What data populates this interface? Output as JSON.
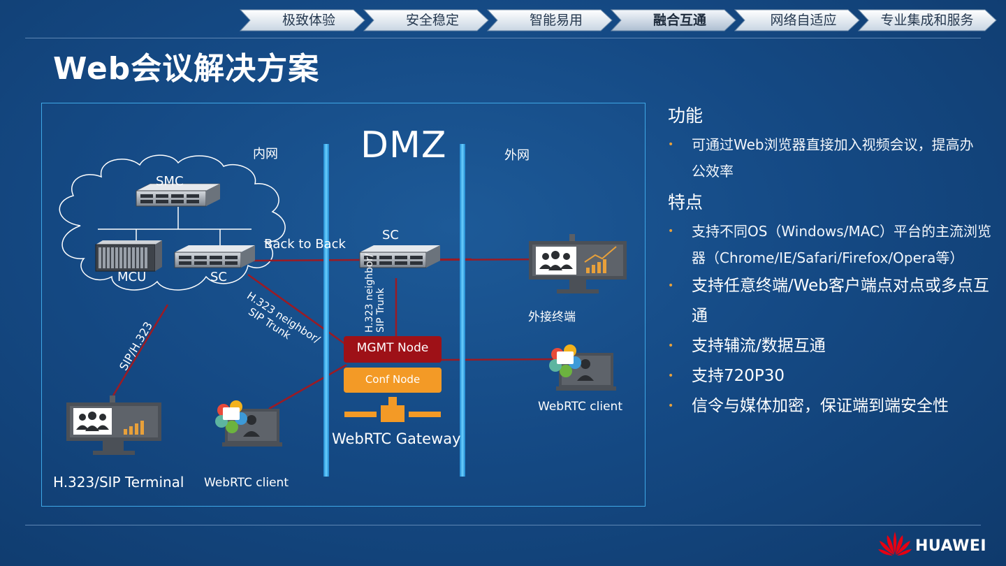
{
  "nav": {
    "items": [
      "极致体验",
      "安全稳定",
      "智能易用",
      "融合互通",
      "网络自适应",
      "专业集成和服务"
    ],
    "active_index": 3
  },
  "title": "Web会议解决方案",
  "diagram": {
    "dmz_title": "DMZ",
    "zone_inner": "内网",
    "zone_outer": "外网",
    "smc": "SMC",
    "mcu": "MCU",
    "sc_inner": "SC",
    "sc_dmz": "SC",
    "back_to_back": "Back to Back",
    "h323_neighbor_line1": "H.323 neighbor/",
    "h323_neighbor_line2": "SIP Trunk",
    "vertical_line1": "H.323 neighbor/",
    "vertical_line2": "SIP Trunk",
    "sip_h323": "SIP/H.323",
    "mgmt_node": "MGMT Node",
    "conf_node": "Conf Node",
    "gateway": "WebRTC Gateway",
    "h323_terminal": "H.323/SIP Terminal",
    "webrtc_client_inner": "WebRTC client",
    "external_terminal": "外接终端",
    "webrtc_client_outer": "WebRTC client",
    "colors": {
      "line": "#9b1b24",
      "mgmt": "#9e1117",
      "conf": "#f39a26",
      "divider": "#3aa3e2"
    }
  },
  "panel": {
    "function_heading": "功能",
    "function_items": [
      "可通过Web浏览器直接加入视频会议，提高办公效率"
    ],
    "feature_heading": "特点",
    "feature_items": [
      "支持不同OS（Windows/MAC）平台的主流浏览器（Chrome/IE/Safari/Firefox/Opera等）",
      "支持任意终端/Web客户端点对点或多点互通",
      "支持辅流/数据互通",
      "支持720P30",
      "信令与媒体加密，保证端到端安全性"
    ]
  },
  "brand": "HUAWEI"
}
